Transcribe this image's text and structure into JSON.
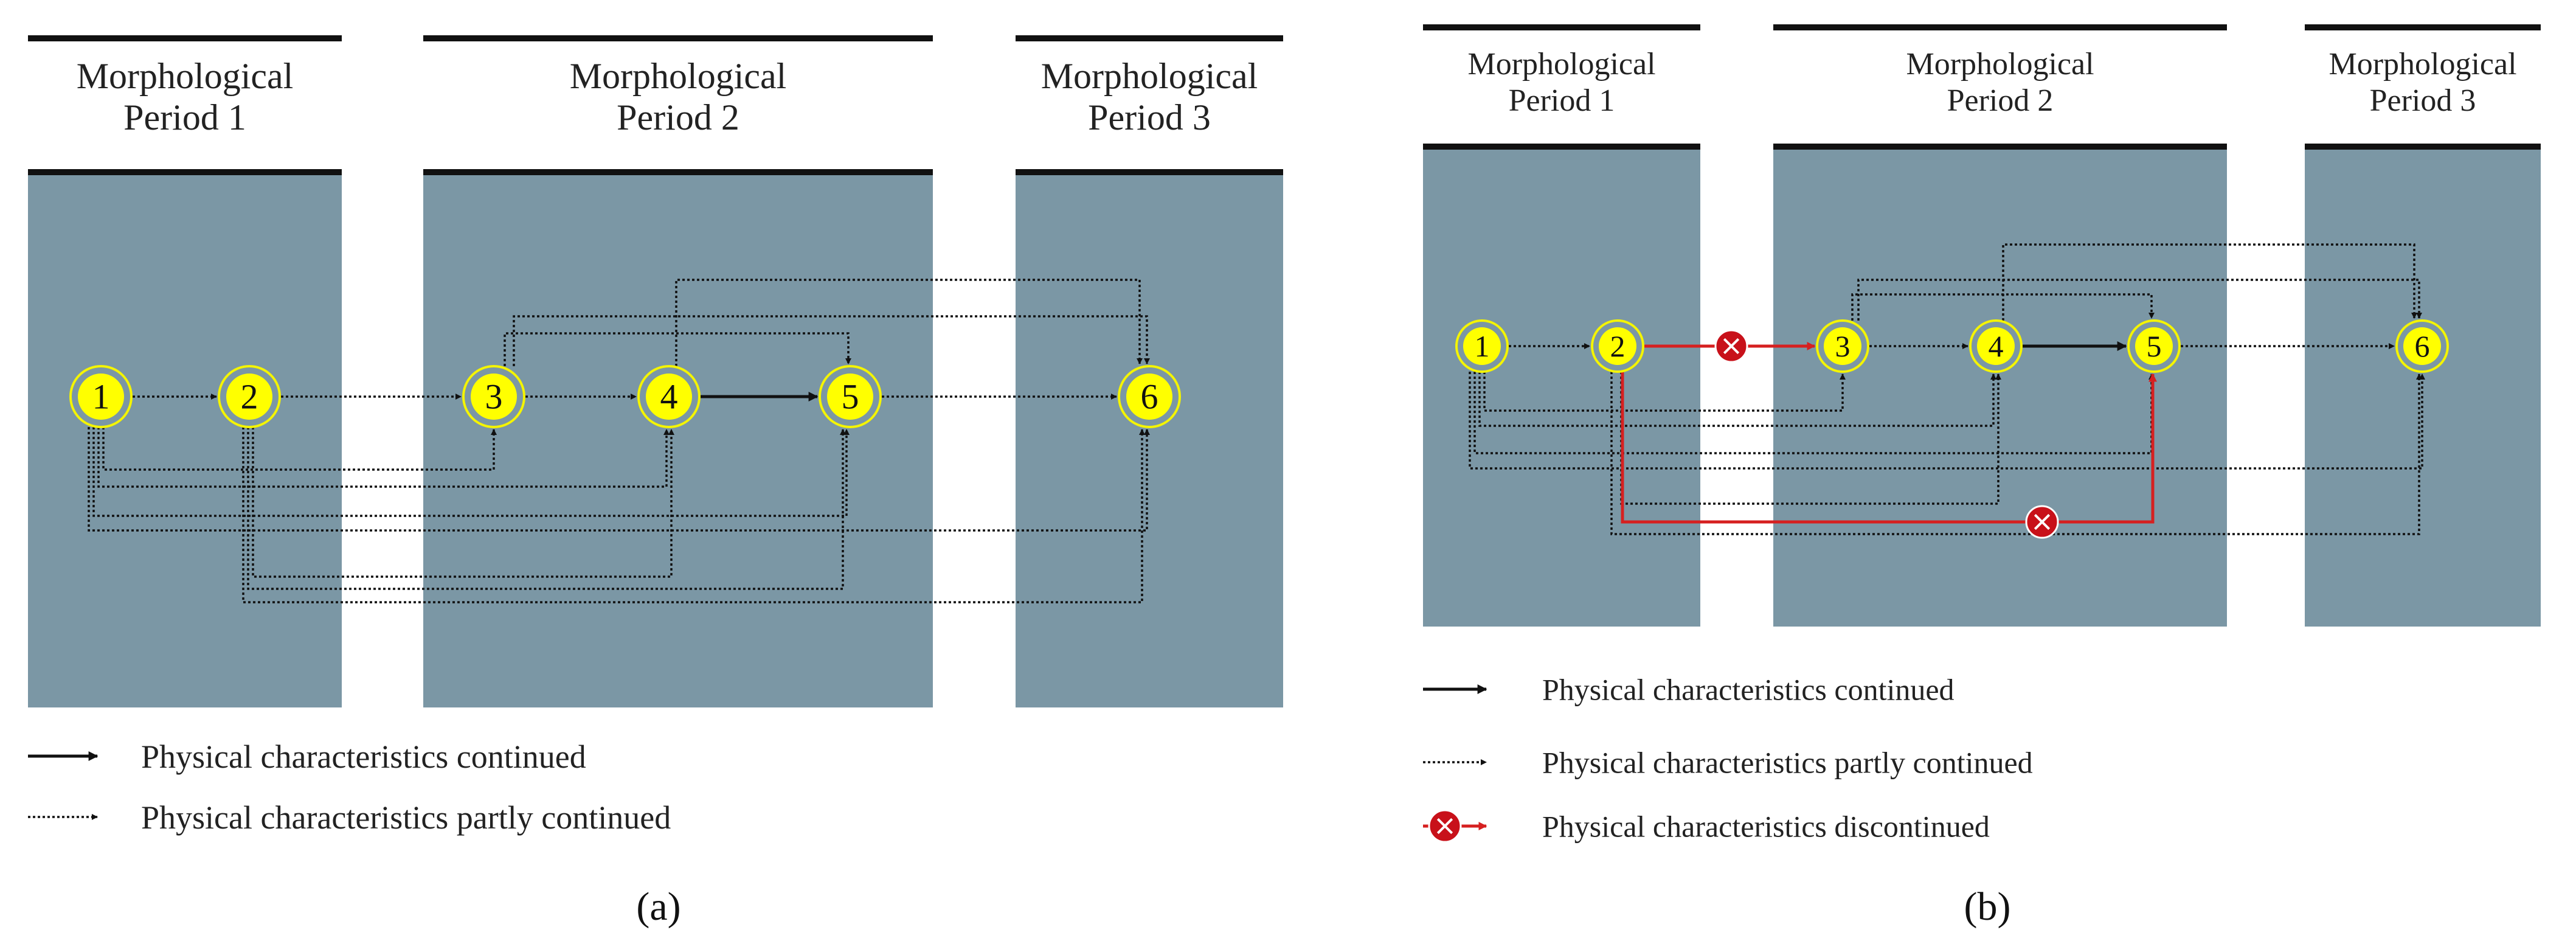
{
  "panels": [
    {
      "id": "a",
      "caption": "(a)",
      "periods": [
        {
          "label": [
            "Morphological",
            "Period 1"
          ]
        },
        {
          "label": [
            "Morphological",
            "Period 2"
          ]
        },
        {
          "label": [
            "Morphological",
            "Period 3"
          ]
        }
      ],
      "nodes": [
        "1",
        "2",
        "3",
        "4",
        "5",
        "6"
      ],
      "links": [
        {
          "from": "1",
          "to": "2",
          "type": "partly"
        },
        {
          "from": "2",
          "to": "3",
          "type": "partly"
        },
        {
          "from": "3",
          "to": "4",
          "type": "partly"
        },
        {
          "from": "4",
          "to": "5",
          "type": "continued"
        },
        {
          "from": "5",
          "to": "6",
          "type": "partly"
        },
        {
          "from": "3",
          "to": "5",
          "type": "partly"
        },
        {
          "from": "3",
          "to": "6",
          "type": "partly"
        },
        {
          "from": "4",
          "to": "6",
          "type": "partly"
        },
        {
          "from": "1",
          "to": "3",
          "type": "partly"
        },
        {
          "from": "1",
          "to": "4",
          "type": "partly"
        },
        {
          "from": "1",
          "to": "5",
          "type": "partly"
        },
        {
          "from": "1",
          "to": "6",
          "type": "partly"
        },
        {
          "from": "2",
          "to": "4",
          "type": "partly"
        },
        {
          "from": "2",
          "to": "5",
          "type": "partly"
        },
        {
          "from": "2",
          "to": "6",
          "type": "partly"
        }
      ],
      "legend": [
        {
          "type": "continued",
          "text": "Physical characteristics continued"
        },
        {
          "type": "partly",
          "text": "Physical characteristics partly continued"
        }
      ]
    },
    {
      "id": "b",
      "caption": "(b)",
      "periods": [
        {
          "label": [
            "Morphological",
            "Period 1"
          ]
        },
        {
          "label": [
            "Morphological",
            "Period 2"
          ]
        },
        {
          "label": [
            "Morphological",
            "Period 3"
          ]
        }
      ],
      "nodes": [
        "1",
        "2",
        "3",
        "4",
        "5",
        "6"
      ],
      "links": [
        {
          "from": "1",
          "to": "2",
          "type": "partly"
        },
        {
          "from": "2",
          "to": "3",
          "type": "discontinued"
        },
        {
          "from": "3",
          "to": "4",
          "type": "partly"
        },
        {
          "from": "4",
          "to": "5",
          "type": "continued"
        },
        {
          "from": "5",
          "to": "6",
          "type": "partly"
        },
        {
          "from": "3",
          "to": "5",
          "type": "partly"
        },
        {
          "from": "3",
          "to": "6",
          "type": "partly"
        },
        {
          "from": "4",
          "to": "6",
          "type": "partly"
        },
        {
          "from": "1",
          "to": "3",
          "type": "partly"
        },
        {
          "from": "1",
          "to": "4",
          "type": "partly"
        },
        {
          "from": "1",
          "to": "5",
          "type": "partly"
        },
        {
          "from": "1",
          "to": "6",
          "type": "partly"
        },
        {
          "from": "2",
          "to": "4",
          "type": "partly"
        },
        {
          "from": "2",
          "to": "5",
          "type": "discontinued"
        },
        {
          "from": "2",
          "to": "6",
          "type": "partly"
        }
      ],
      "legend": [
        {
          "type": "continued",
          "text": "Physical characteristics continued"
        },
        {
          "type": "partly",
          "text": "Physical characteristics partly continued"
        },
        {
          "type": "discontinued",
          "text": "Physical characteristics discontinued"
        }
      ]
    }
  ],
  "colors": {
    "period_box": "#7b97a5",
    "node_fill": "#ffff00",
    "node_ring": "#f4f400",
    "node_text": "#111111",
    "line": "#111111",
    "discontinued": "#d62020",
    "discontinued_mark": "#c8111a",
    "header_bar": "#111111"
  }
}
